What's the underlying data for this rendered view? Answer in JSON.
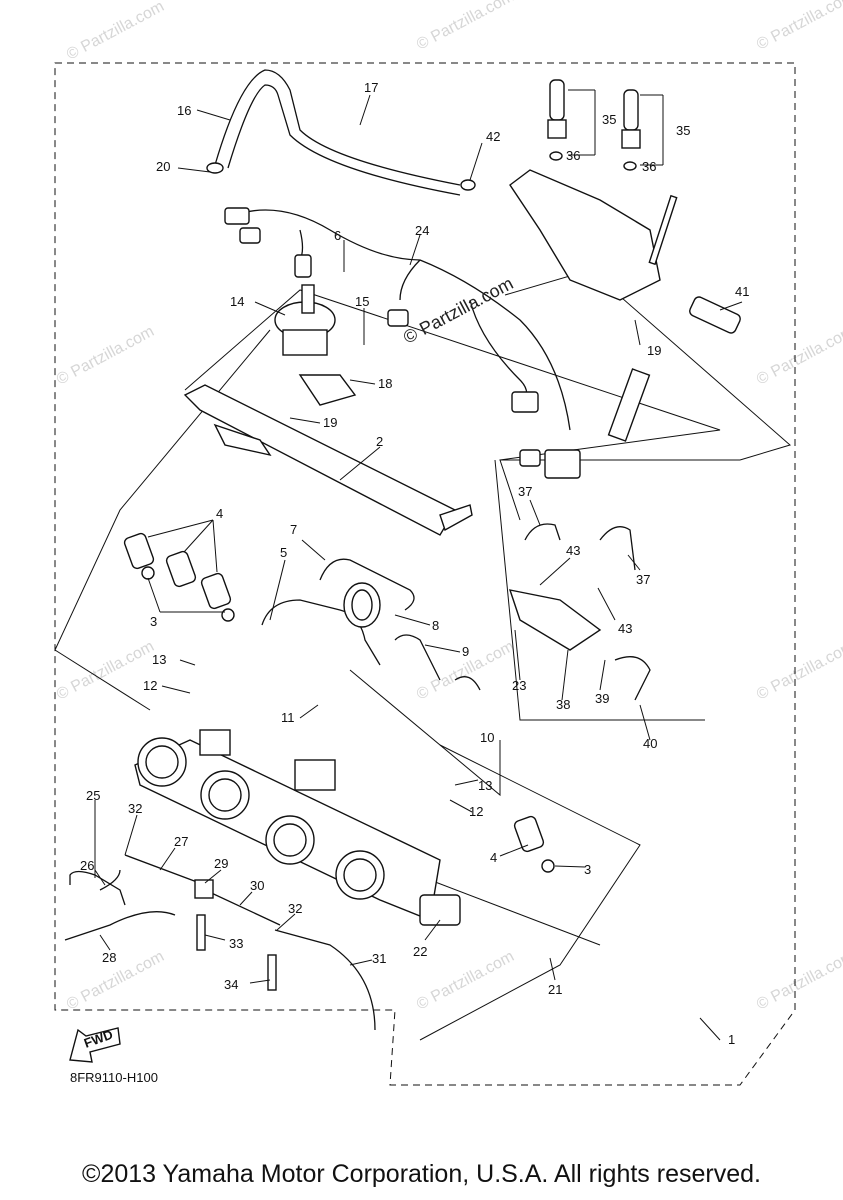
{
  "diagram": {
    "code": "8FR9110-H100",
    "copyright": "©2013 Yamaha Motor Corporation, U.S.A. All rights reserved.",
    "watermark": "© Partzilla.com",
    "fwd_label": "FWD",
    "callouts": [
      "1",
      "2",
      "3",
      "3",
      "4",
      "4",
      "5",
      "6",
      "7",
      "8",
      "9",
      "10",
      "11",
      "12",
      "12",
      "13",
      "13",
      "14",
      "15",
      "16",
      "17",
      "18",
      "19",
      "19",
      "20",
      "21",
      "22",
      "23",
      "24",
      "25",
      "26",
      "27",
      "28",
      "29",
      "30",
      "31",
      "32",
      "32",
      "33",
      "34",
      "35",
      "35",
      "36",
      "36",
      "37",
      "37",
      "38",
      "39",
      "40",
      "41",
      "42",
      "43",
      "43"
    ]
  }
}
